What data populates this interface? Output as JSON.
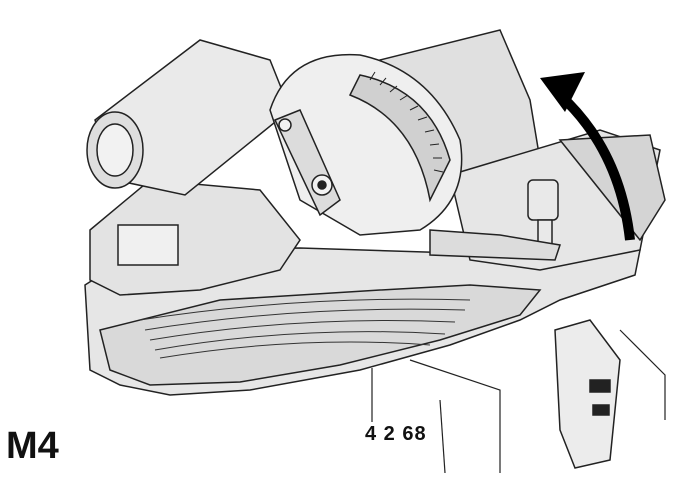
{
  "figure": {
    "label": "M4",
    "callout_numbers": "4 2 68",
    "rotation_arrow": {
      "direction": "upward-curved",
      "color": "#000000"
    },
    "line_color": "#222222",
    "fill_color": "#e8e8e8"
  }
}
